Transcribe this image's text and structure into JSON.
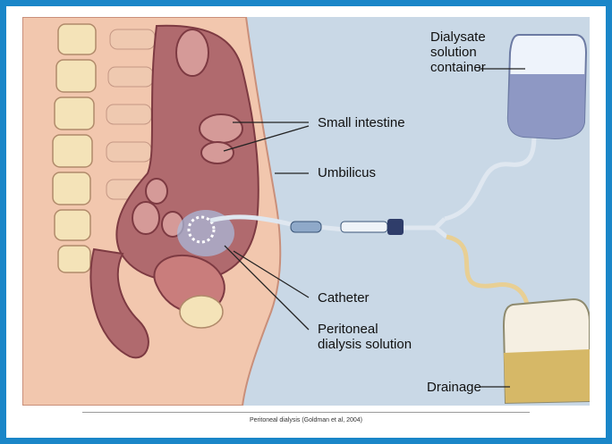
{
  "labels": {
    "dialysate_container": "Dialysate\nsolution\ncontainer",
    "small_intestine": "Small intestine",
    "umbilicus": "Umbilicus",
    "catheter": "Catheter",
    "peritoneal_solution": "Peritoneal\ndialysis solution",
    "drainage": "Drainage"
  },
  "caption": "Peritoneal dialysis (Goldman et al, 2004)",
  "colors": {
    "border": "#1a86c8",
    "background": "#c9d8e6",
    "skin": "#f2c7ae",
    "organ": "#b06a6e",
    "dialysate_fluid": "#8e98c4",
    "drainage_fluid": "#d6b867",
    "tube_clear": "#dfe7f0",
    "tube_drain": "#e8cf94"
  }
}
